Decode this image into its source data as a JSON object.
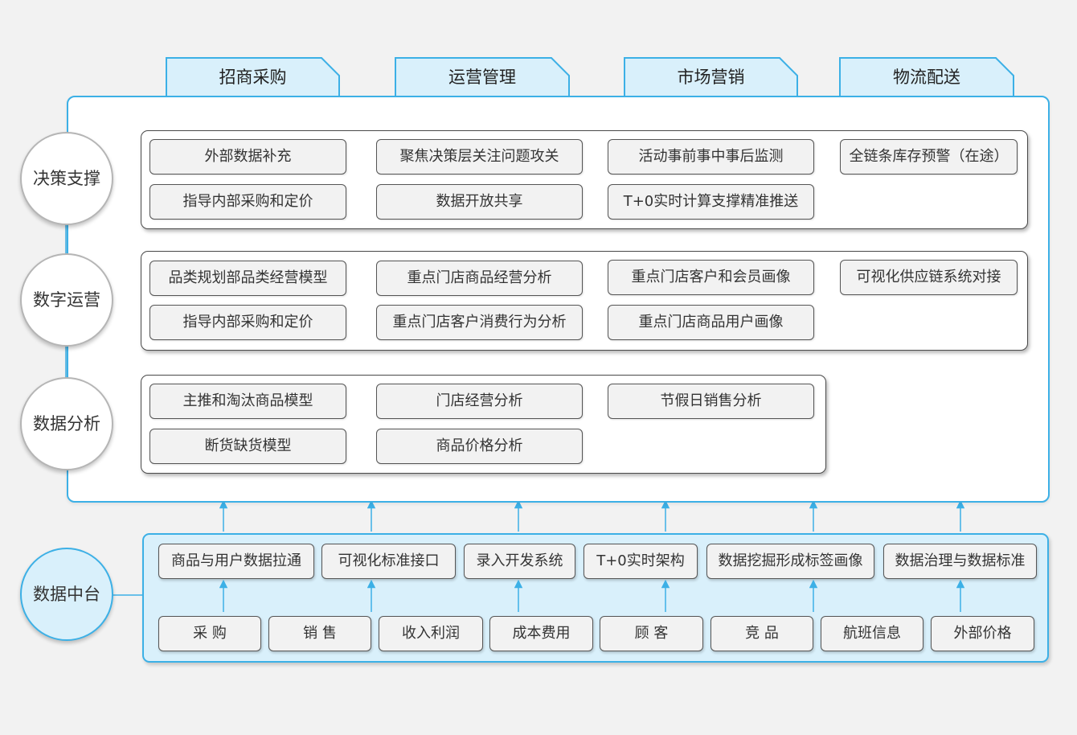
{
  "top_tabs": [
    "招商采购",
    "运营管理",
    "市场营销",
    "物流配送"
  ],
  "layers": [
    {
      "label": "决策支撑",
      "items": [
        "外部数据补充",
        "聚焦决策层关注问题攻关",
        "活动事前事中事后监测",
        "全链条库存预警（在途）",
        "指导内部采购和定价",
        "数据开放共享",
        "T+0实时计算支撑精准推送"
      ]
    },
    {
      "label": "数字运营",
      "items": [
        "品类规划部品类经营模型",
        "重点门店商品经营分析",
        "重点门店客户和会员画像",
        "可视化供应链系统对接",
        "指导内部采购和定价",
        "重点门店客户消费行为分析",
        "重点门店商品用户画像"
      ]
    },
    {
      "label": "数据分析",
      "items": [
        "主推和淘汰商品模型",
        "门店经营分析",
        "节假日销售分析",
        "断货缺货模型",
        "商品价格分析"
      ]
    }
  ],
  "platform": {
    "label": "数据中台",
    "capabilities": [
      "商品与用户数据拉通",
      "可视化标准接口",
      "录入开发系统",
      "T+0实时架构",
      "数据挖掘形成标签画像",
      "数据治理与数据标准"
    ],
    "sources": [
      "采  购",
      "销  售",
      "收入利润",
      "成本费用",
      "顾  客",
      "竞  品",
      "航班信息",
      "外部价格"
    ]
  },
  "colors": {
    "accent": "#3cb0e6",
    "tab_fill": "#d9f0fb",
    "box_fill": "#f2f2f2",
    "border": "#4a4a4a"
  }
}
